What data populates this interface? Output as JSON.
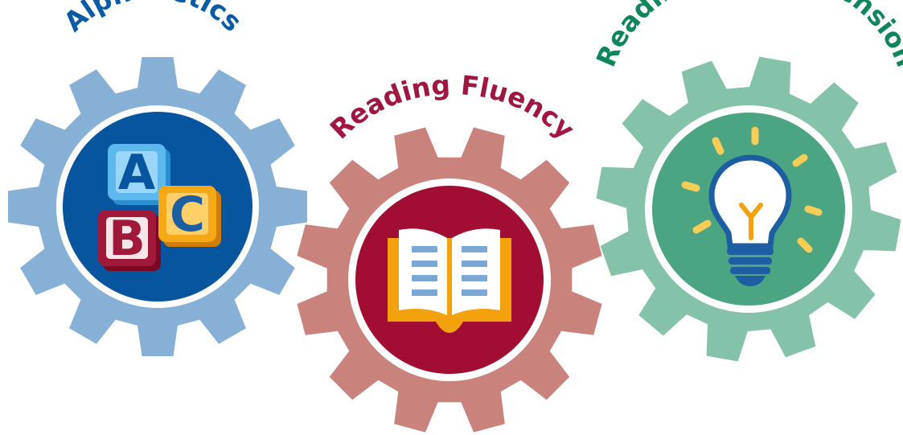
{
  "colors": {
    "alphabetics_gear": "#86b0d6",
    "alphabetics_core": "#07559f",
    "alphabetics_label": "#0a5ba6",
    "fluency_gear": "#c9827c",
    "fluency_core": "#a20d33",
    "fluency_label": "#a01640",
    "comprehension_gear": "#84c3aa",
    "comprehension_core": "#4ba482",
    "comprehension_label": "#0f855b",
    "book_orange": "#f3a20e",
    "bulb_blue": "#1d5ea3",
    "bulb_yellow": "#f7cd57"
  },
  "gears": [
    {
      "id": "alphabetics",
      "label": "Alphabetics",
      "icon": "abc-blocks-icon"
    },
    {
      "id": "fluency",
      "label": "Reading Fluency",
      "icon": "open-book-icon"
    },
    {
      "id": "comprehension",
      "label": "Reading Comprehension",
      "icon": "lightbulb-icon"
    }
  ],
  "blocks": {
    "a": "A",
    "b": "B",
    "c": "C"
  }
}
